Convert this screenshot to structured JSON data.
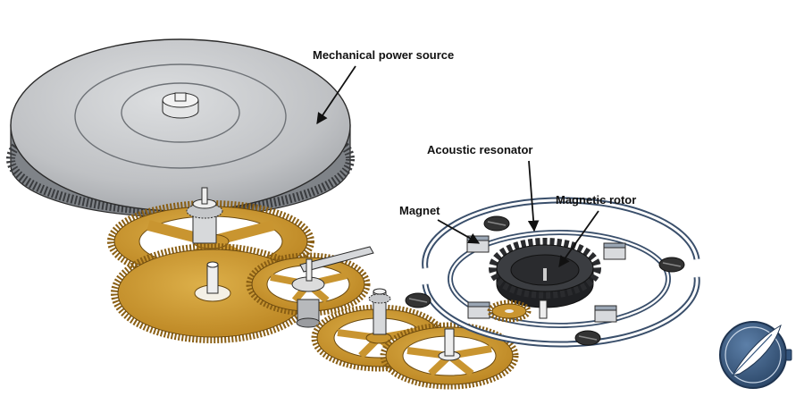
{
  "labels": {
    "power_source": "Mechanical power source",
    "acoustic_resonator": "Acoustic resonator",
    "magnet": "Magnet",
    "magnetic_rotor": "Magnetic rotor"
  },
  "colors": {
    "steel": "#bfc1c4",
    "steel_dark": "#8e9196",
    "brass": "#c99530",
    "brass_dark": "#8a5f14",
    "outline": "#2b2b2b",
    "resonator": "#3a4f6b",
    "logo_blue": "#34557d"
  },
  "icons": {
    "logo": "quill-pen-watch-icon"
  }
}
